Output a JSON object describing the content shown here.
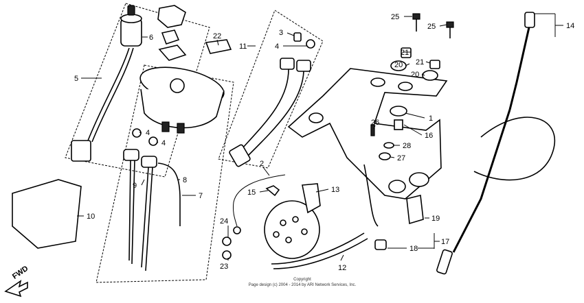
{
  "labels": [
    {
      "id": "p25a",
      "text": "25"
    },
    {
      "id": "p25b",
      "text": "25"
    },
    {
      "id": "p14",
      "text": "14"
    },
    {
      "id": "p6",
      "text": "6"
    },
    {
      "id": "p22",
      "text": "22"
    },
    {
      "id": "p3",
      "text": "3"
    },
    {
      "id": "p4a",
      "text": "4"
    },
    {
      "id": "p11",
      "text": "11"
    },
    {
      "id": "p5",
      "text": "5"
    },
    {
      "id": "p21a",
      "text": "21"
    },
    {
      "id": "p20a",
      "text": "20"
    },
    {
      "id": "p21b",
      "text": "21"
    },
    {
      "id": "p20b",
      "text": "20"
    },
    {
      "id": "p1",
      "text": "1"
    },
    {
      "id": "p26",
      "text": "26"
    },
    {
      "id": "p16",
      "text": "16"
    },
    {
      "id": "p28",
      "text": "28"
    },
    {
      "id": "p27",
      "text": "27"
    },
    {
      "id": "p4b",
      "text": "4"
    },
    {
      "id": "p4c",
      "text": "4"
    },
    {
      "id": "p2",
      "text": "2"
    },
    {
      "id": "p15",
      "text": "15"
    },
    {
      "id": "p13",
      "text": "13"
    },
    {
      "id": "p9",
      "text": "9"
    },
    {
      "id": "p8",
      "text": "8"
    },
    {
      "id": "p7",
      "text": "7"
    },
    {
      "id": "p10",
      "text": "10"
    },
    {
      "id": "p19",
      "text": "19"
    },
    {
      "id": "p24",
      "text": "24"
    },
    {
      "id": "p23",
      "text": "23"
    },
    {
      "id": "p17",
      "text": "17"
    },
    {
      "id": "p18",
      "text": "18"
    },
    {
      "id": "p12",
      "text": "12"
    }
  ],
  "direction_label": "FWD",
  "copyright": {
    "line1": "Copyright",
    "line2": "Page design (c) 2004 - 2014 by ARI Network Services, Inc."
  }
}
